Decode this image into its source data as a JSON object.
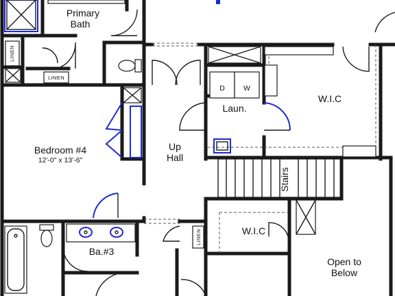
{
  "rooms": {
    "primary_bath": {
      "line1": "Primary",
      "line2": "Bath"
    },
    "bedroom4": {
      "name": "Bedroom #4",
      "size": "12'-0\" x 13'-6\""
    },
    "laundry": {
      "name": "Laun."
    },
    "washer": "W",
    "dryer": "D",
    "up_hall": {
      "line1": "Up",
      "line2": "Hall"
    },
    "wic_upper": "W.I.C",
    "wic_lower": "W.I.C",
    "stairs": "Stairs",
    "bath3": "Ba.#3",
    "open_below": {
      "line1": "Open to",
      "line2": "Below"
    }
  },
  "linens": {
    "vertical_top": "LINEN",
    "horizontal": "LINEN",
    "vertical_bottom": "LINEN"
  },
  "colors": {
    "walls": "#1a1a1a",
    "doors": "#1a2bd0",
    "background": "#ffffff"
  }
}
